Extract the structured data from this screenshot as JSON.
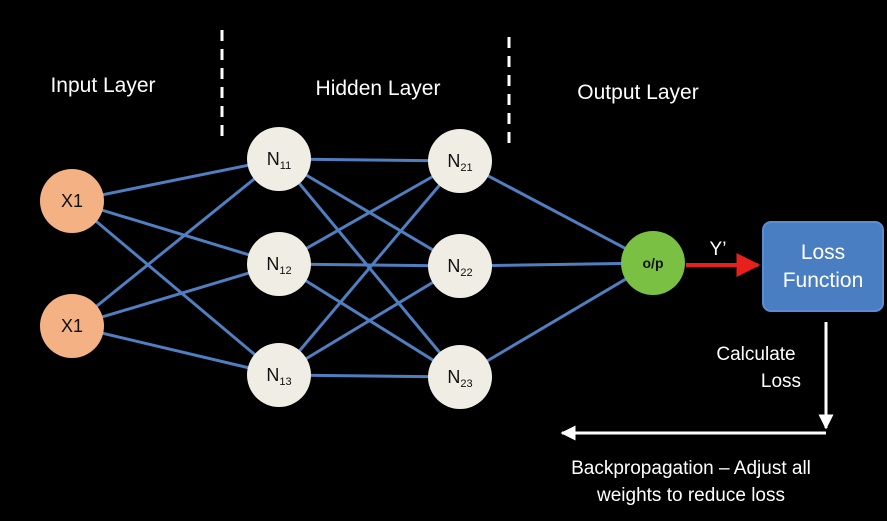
{
  "labels": {
    "input_layer": "Input Layer",
    "hidden_layer": "Hidden Layer",
    "output_layer": "Output Layer"
  },
  "input_nodes": [
    {
      "label": "X1"
    },
    {
      "label": "X1"
    }
  ],
  "hidden_layer_1": [
    {
      "label": "N",
      "sub": "11"
    },
    {
      "label": "N",
      "sub": "12"
    },
    {
      "label": "N",
      "sub": "13"
    }
  ],
  "hidden_layer_2": [
    {
      "label": "N",
      "sub": "21"
    },
    {
      "label": "N",
      "sub": "22"
    },
    {
      "label": "N",
      "sub": "23"
    }
  ],
  "output_node": {
    "label": "o/p"
  },
  "prediction_label": "Y’",
  "loss_box": {
    "line1": "Loss",
    "line2": "Function"
  },
  "calculate_loss": {
    "line1": "Calculate",
    "line2": "Loss"
  },
  "backprop": {
    "line1": "Backpropagation – Adjust all",
    "line2": "weights to reduce loss"
  },
  "colors": {
    "background": "#000000",
    "input_node": "#F4B183",
    "hidden_node": "#EFEDE4",
    "output_node": "#7AC143",
    "edge": "#4F7FC0",
    "prediction_arrow": "#E8201C",
    "loss_box": "#4A7EC2",
    "loss_box_border": "#5C8DD0",
    "text_light": "#FFFFFF",
    "text_dark": "#111111",
    "separator": "#FFFFFF"
  },
  "icons": {
    "prediction_arrow": "right-arrow-icon",
    "calculate_arrow": "down-arrow-icon",
    "backprop_arrow": "left-arrow-icon"
  }
}
